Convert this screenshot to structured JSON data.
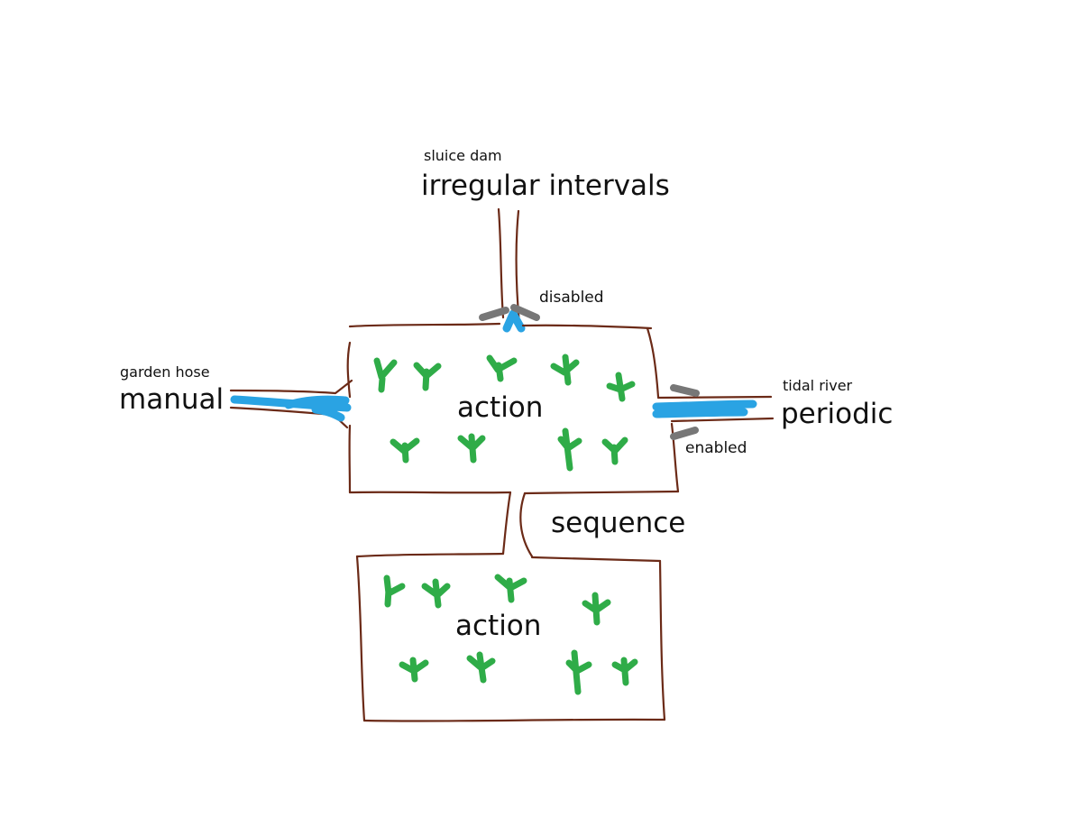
{
  "colors": {
    "wall": "#6b2a17",
    "water": "#2aa3e3",
    "plant": "#2fac48",
    "gate": "#777777",
    "disabled_text": "#d0353a",
    "enabled_text": "#2e8a3e",
    "text": "#111111"
  },
  "top_inlet": {
    "source": "sluice dam",
    "trigger": "irregular intervals",
    "status": "disabled"
  },
  "left_inlet": {
    "source": "garden hose",
    "trigger": "manual"
  },
  "right_inlet": {
    "source": "tidal river",
    "trigger": "periodic",
    "status": "enabled"
  },
  "field_1": {
    "label": "action"
  },
  "connector": {
    "label": "sequence"
  },
  "field_2": {
    "label": "action"
  },
  "icons": {
    "plant": "sprout-icon",
    "gate": "gate-icon"
  }
}
